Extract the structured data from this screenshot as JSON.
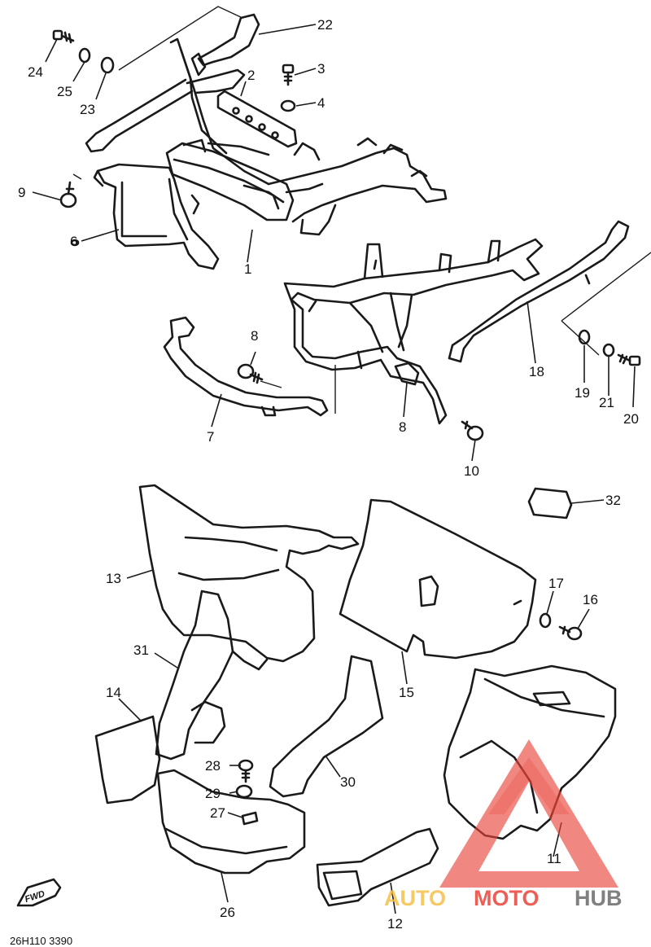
{
  "callouts": {
    "c1": "1",
    "c2": "2",
    "c3": "3",
    "c4": "4",
    "c6": "6",
    "c7": "7",
    "c8a": "8",
    "c8b": "8",
    "c9": "9",
    "c10": "10",
    "c11": "11",
    "c12": "12",
    "c13": "13",
    "c14": "14",
    "c15": "15",
    "c16": "16",
    "c17": "17",
    "c18": "18",
    "c19": "19",
    "c20": "20",
    "c21": "21",
    "c22": "22",
    "c23": "23",
    "c24": "24",
    "c25": "25",
    "c26": "26",
    "c27": "27",
    "c28": "28",
    "c29": "29",
    "c30": "30",
    "c31": "31",
    "c32": "32"
  },
  "diagram_code": "26H110 3390",
  "forward_label": "FWD",
  "watermark": {
    "word_1": "AUTO",
    "word_2": "MOTO",
    "word_3": "HUB",
    "color_1": "#f5c04a",
    "color_2": "#e8443a",
    "color_3": "#6b6b6b"
  }
}
